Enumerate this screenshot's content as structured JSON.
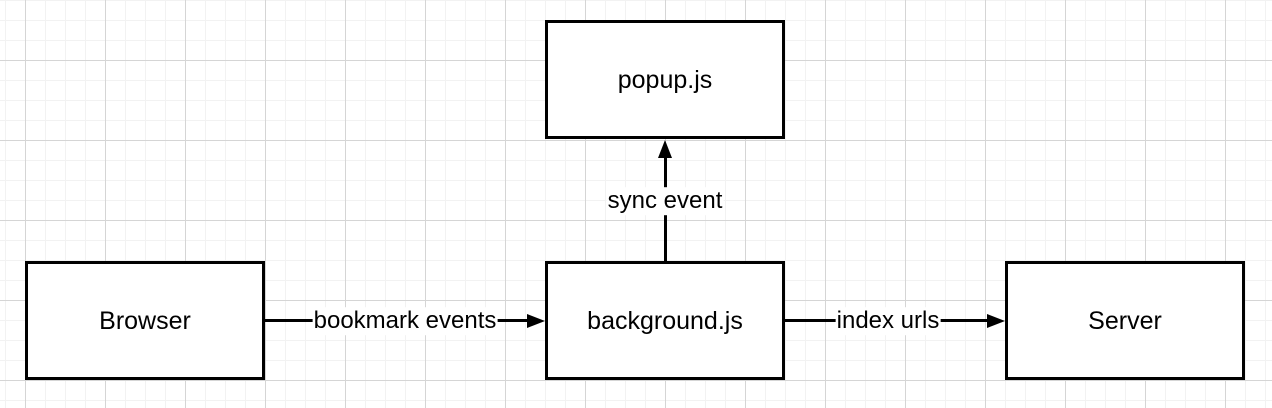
{
  "diagram": {
    "type": "flowchart",
    "nodes": [
      {
        "id": "popup",
        "label": "popup.js"
      },
      {
        "id": "browser",
        "label": "Browser"
      },
      {
        "id": "background",
        "label": "background.js"
      },
      {
        "id": "server",
        "label": "Server"
      }
    ],
    "edges": [
      {
        "id": "browser-to-background",
        "from": "Browser",
        "to": "background.js",
        "label": "bookmark events",
        "direction": "right"
      },
      {
        "id": "background-to-server",
        "from": "background.js",
        "to": "Server",
        "label": "index urls",
        "direction": "right"
      },
      {
        "id": "background-to-popup",
        "from": "background.js",
        "to": "popup.js",
        "label": "sync event",
        "direction": "up"
      }
    ],
    "colors": {
      "canvas": "#ffffff",
      "grid_minor": "#f2f2f2",
      "grid_major": "#d5d5d5",
      "node_fill": "#ffffff",
      "node_border": "#000000",
      "edge_stroke": "#000000",
      "text": "#000000"
    }
  }
}
